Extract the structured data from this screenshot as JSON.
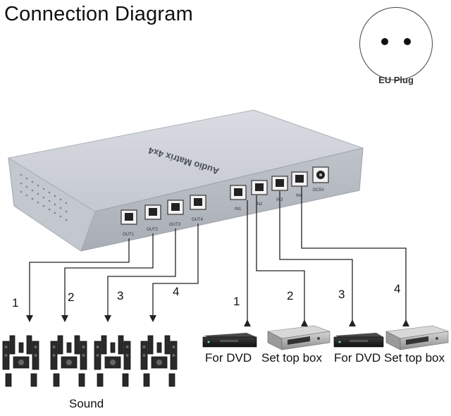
{
  "title": "Connection Diagram",
  "plug": {
    "label": "EU Plug"
  },
  "device": {
    "name": "Audio Matrix 4x4",
    "outputs": [
      "OUT1",
      "OUT2",
      "OUT3",
      "OUT4"
    ],
    "inputs": [
      "IN1",
      "IN2",
      "IN3",
      "IN4"
    ],
    "power": "DC5V"
  },
  "outputs_side": {
    "numbers": [
      "1",
      "2",
      "3",
      "4"
    ],
    "label": "Sound"
  },
  "inputs_side": {
    "numbers": [
      "1",
      "2",
      "3",
      "4"
    ],
    "devices": [
      "For DVD",
      "Set top box",
      "For DVD",
      "Set top box"
    ]
  },
  "colors": {
    "box": "#c9ccd3",
    "box_top": "#d6d9df",
    "line": "#222222"
  }
}
